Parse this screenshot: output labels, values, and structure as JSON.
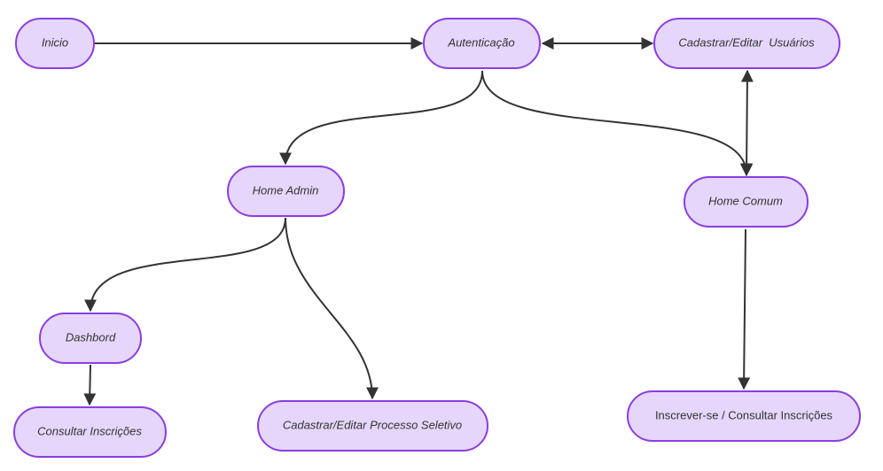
{
  "diagram": {
    "nodes": [
      {
        "id": "inicio",
        "label": "Inicio",
        "italic": true
      },
      {
        "id": "auth",
        "label": "Autenticação",
        "italic": true
      },
      {
        "id": "cadastrar_usuarios",
        "label": "Cadastrar/Editar  Usuários",
        "italic": true
      },
      {
        "id": "home_admin",
        "label": "Home Admin",
        "italic": true
      },
      {
        "id": "home_comum",
        "label": "Home Comum",
        "italic": true
      },
      {
        "id": "dashbord",
        "label": "Dashbord",
        "italic": true
      },
      {
        "id": "consultar",
        "label": "Consultar Inscrições",
        "italic": true
      },
      {
        "id": "processo",
        "label": "Cadastrar/Editar Processo Seletivo",
        "italic": true
      },
      {
        "id": "inscrever",
        "label": "Inscrever-se / Consultar Inscrições",
        "italic": false
      }
    ],
    "edges": [
      {
        "from": "inicio",
        "to": "auth",
        "bidirectional": false
      },
      {
        "from": "auth",
        "to": "cadastrar_usuarios",
        "bidirectional": true
      },
      {
        "from": "auth",
        "to": "home_admin",
        "bidirectional": false
      },
      {
        "from": "auth",
        "to": "home_comum",
        "bidirectional": false
      },
      {
        "from": "home_comum",
        "to": "cadastrar_usuarios",
        "bidirectional": true
      },
      {
        "from": "home_admin",
        "to": "dashbord",
        "bidirectional": false
      },
      {
        "from": "home_admin",
        "to": "processo",
        "bidirectional": false
      },
      {
        "from": "dashbord",
        "to": "consultar",
        "bidirectional": false
      },
      {
        "from": "home_comum",
        "to": "inscrever",
        "bidirectional": false
      }
    ],
    "colors": {
      "node_fill": "#e6d6fb",
      "node_stroke": "#8a3ee0",
      "edge": "#333333",
      "text": "#333333"
    }
  }
}
